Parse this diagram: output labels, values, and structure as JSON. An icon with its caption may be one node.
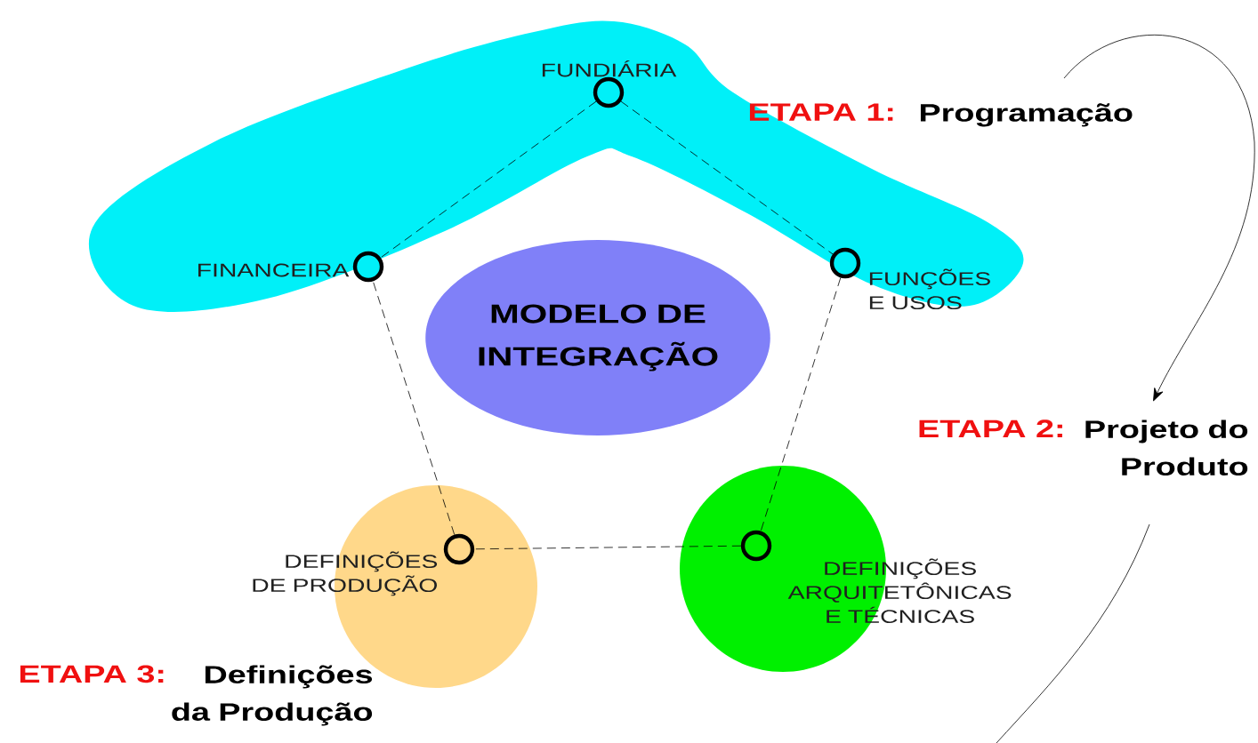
{
  "diagram": {
    "nodes": [
      {
        "text": [],
        "shape": "band"
      },
      {
        "text": [
          "FUNDIÁRIA"
        ],
        "in": 0
      },
      {
        "text": [
          "FINANCEIRA"
        ],
        "in": 0
      },
      {
        "text": [
          "FUNÇÕES E USOS"
        ],
        "in": 0
      },
      {
        "text": [
          "MODELO DE INTEGRAÇÃO"
        ]
      },
      {
        "text": [],
        "shape": "circle"
      },
      {
        "text": [
          "DEFINIÇÕES DE PRODUÇÃO"
        ],
        "in": 5
      },
      {
        "text": [],
        "shape": "circle"
      },
      {
        "text": [
          "DEFINIÇÕES ARQUITETÔNICAS E TÉCNICAS"
        ],
        "in": 7
      }
    ],
    "edges": [
      {
        "from": 1,
        "to": 2,
        "arrow": "none",
        "style": "dashed"
      },
      {
        "from": 1,
        "to": 3,
        "arrow": "none",
        "style": "dashed"
      },
      {
        "from": 3,
        "to": 8,
        "arrow": "none",
        "style": "dashed"
      },
      {
        "from": 8,
        "to": 6,
        "arrow": "none",
        "style": "dashed"
      },
      {
        "from": 6,
        "to": 2,
        "arrow": "none",
        "style": "dashed"
      }
    ],
    "labels": [
      "ETAPA 1:",
      "Programação",
      "ETAPA 2:",
      "Projeto do Produto",
      "ETAPA 3:",
      "Definições da Produção"
    ]
  }
}
